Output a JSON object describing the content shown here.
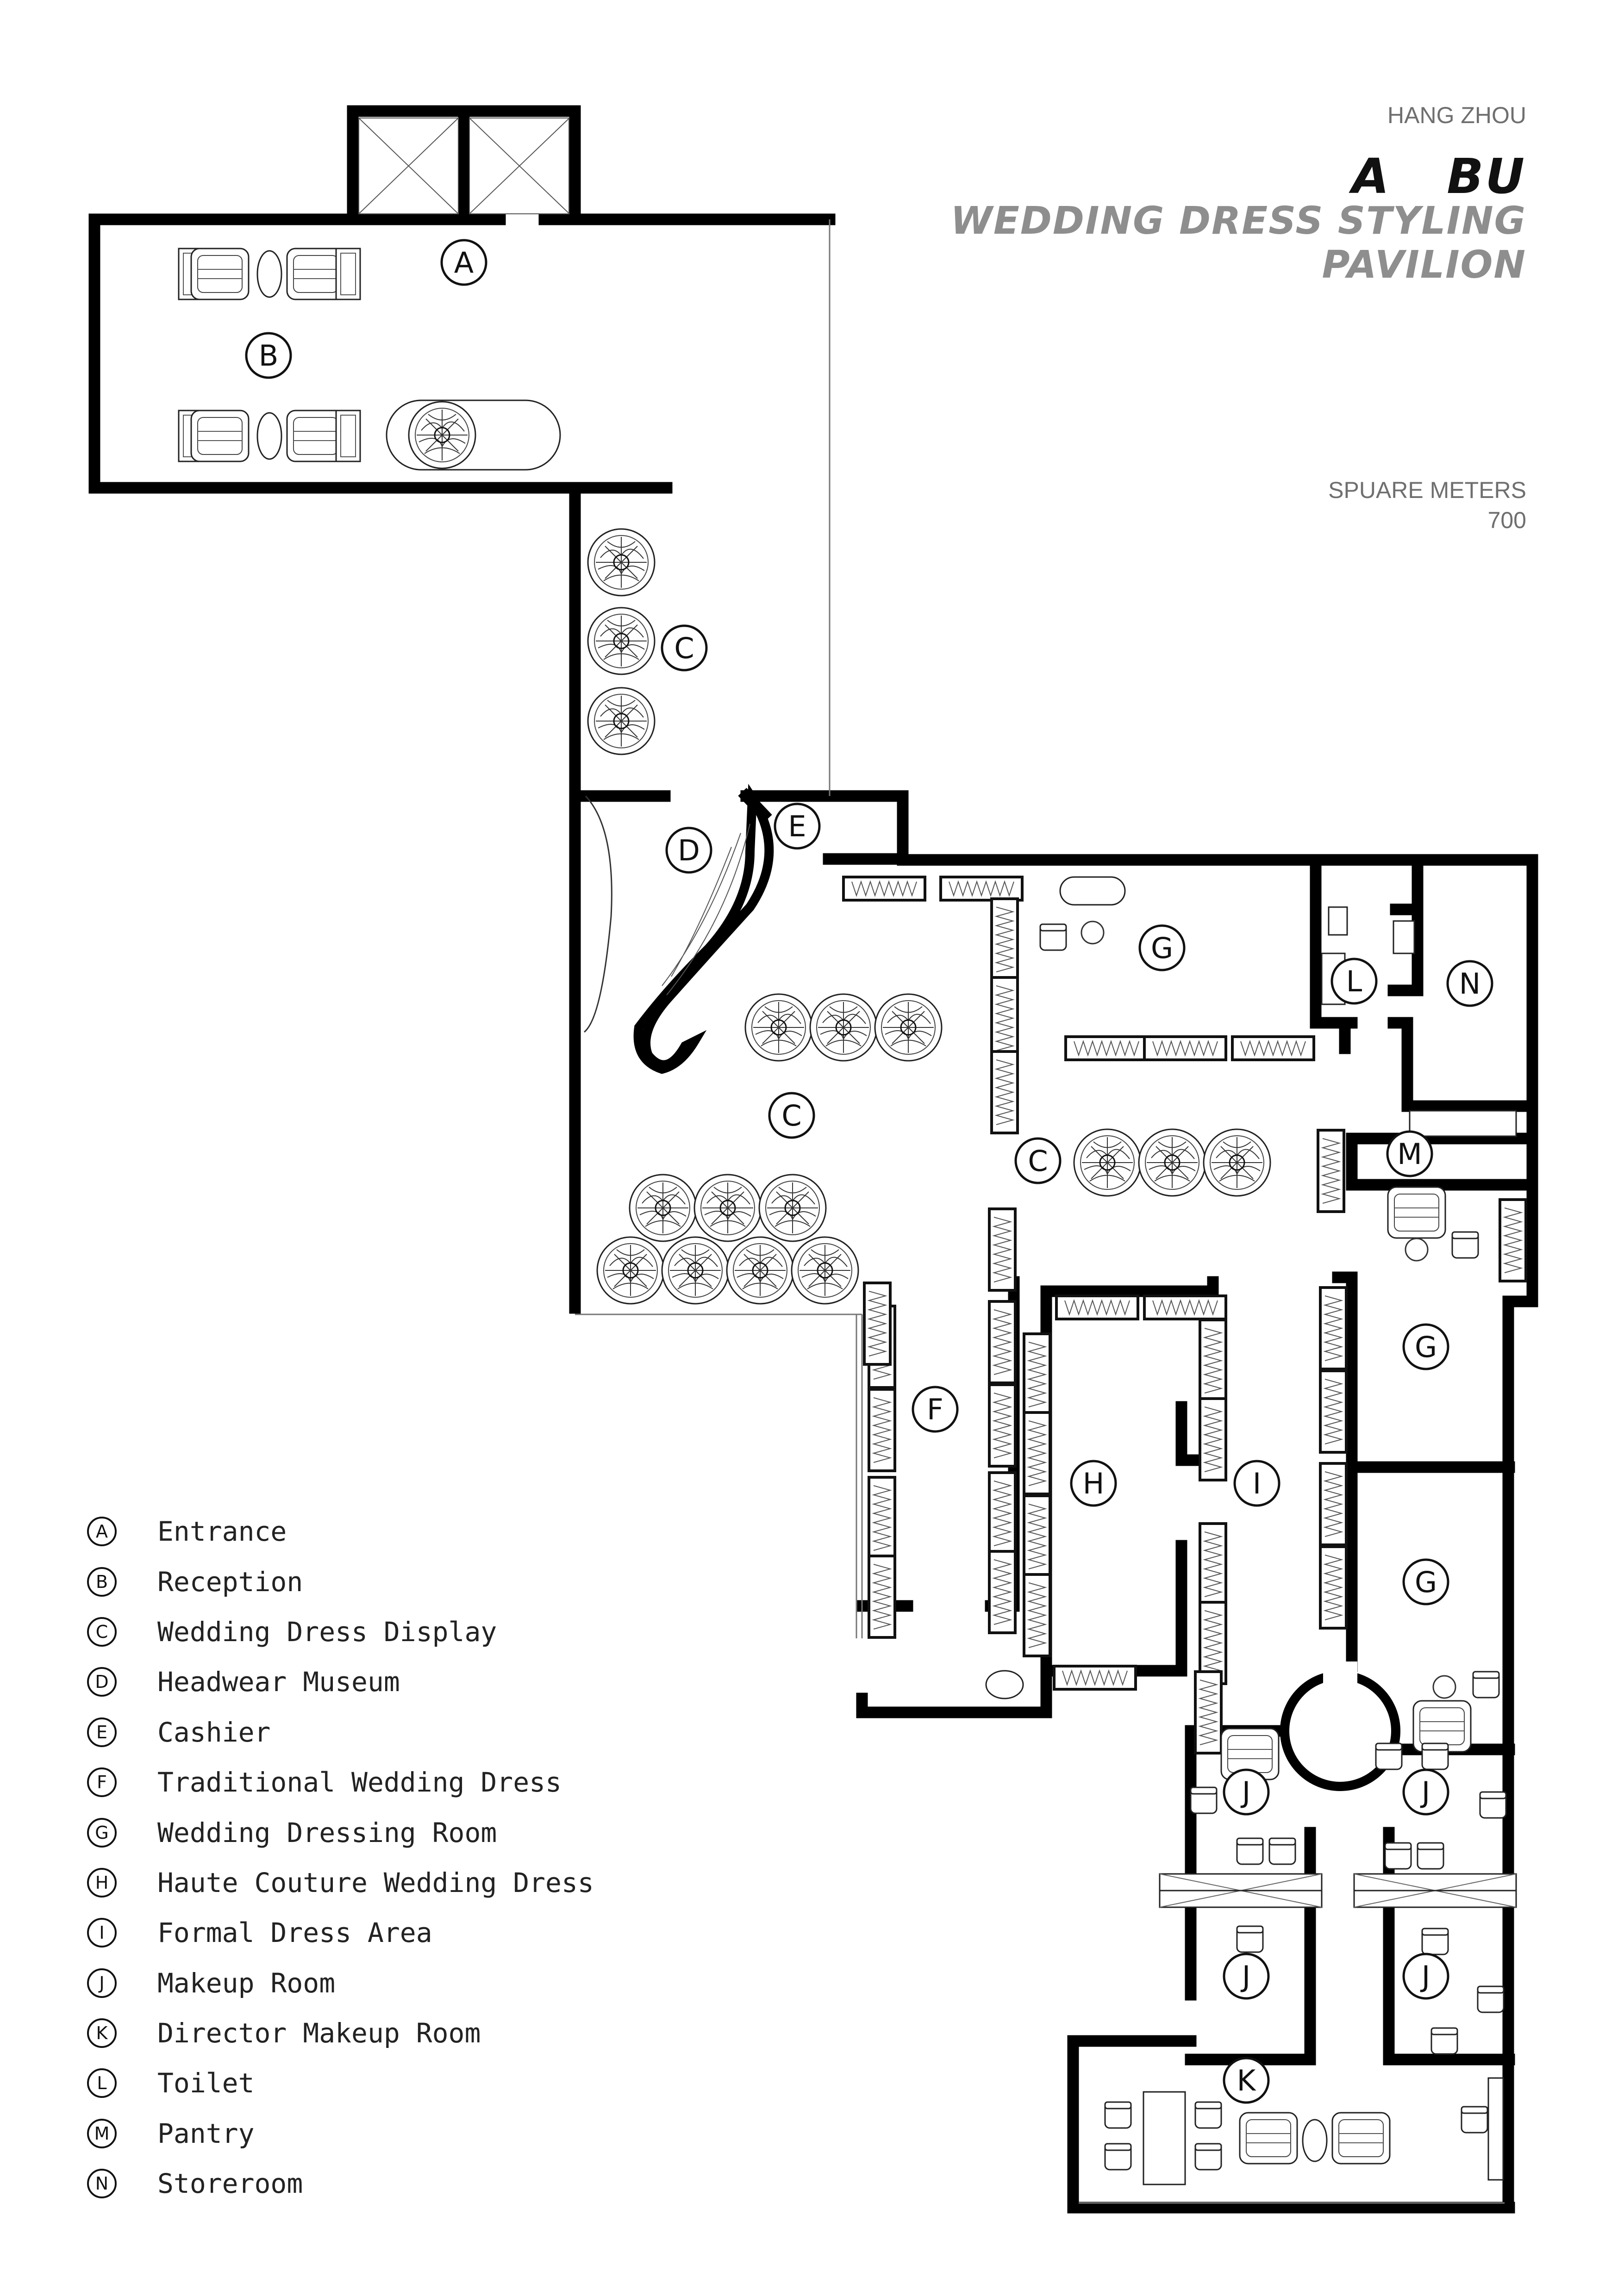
{
  "header": {
    "city": "HANG ZHOU",
    "brand": "A   BU",
    "title_line1": "WEDDING DRESS STYLING",
    "title_line2": "PAVILION",
    "area_label": "SPUARE METERS",
    "area_value": "700"
  },
  "legend": [
    {
      "letter": "A",
      "label": "Entrance"
    },
    {
      "letter": "B",
      "label": "Reception"
    },
    {
      "letter": "C",
      "label": "Wedding Dress Display"
    },
    {
      "letter": "D",
      "label": "Headwear Museum"
    },
    {
      "letter": "E",
      "label": "Cashier"
    },
    {
      "letter": "F",
      "label": "Traditional Wedding Dress"
    },
    {
      "letter": "G",
      "label": "Wedding Dressing Room"
    },
    {
      "letter": "H",
      "label": "Haute Couture Wedding Dress"
    },
    {
      "letter": "I",
      "label": "Formal Dress Area"
    },
    {
      "letter": "J",
      "label": "Makeup Room"
    },
    {
      "letter": "K",
      "label": "Director Makeup Room"
    },
    {
      "letter": "L",
      "label": "Toilet"
    },
    {
      "letter": "M",
      "label": "Pantry"
    },
    {
      "letter": "N",
      "label": "Storeroom"
    }
  ],
  "plan_tags": [
    "A",
    "B",
    "C",
    "C",
    "C",
    "D",
    "E",
    "F",
    "G",
    "G",
    "G",
    "H",
    "I",
    "J",
    "J",
    "J",
    "J",
    "K",
    "L",
    "M",
    "N"
  ]
}
